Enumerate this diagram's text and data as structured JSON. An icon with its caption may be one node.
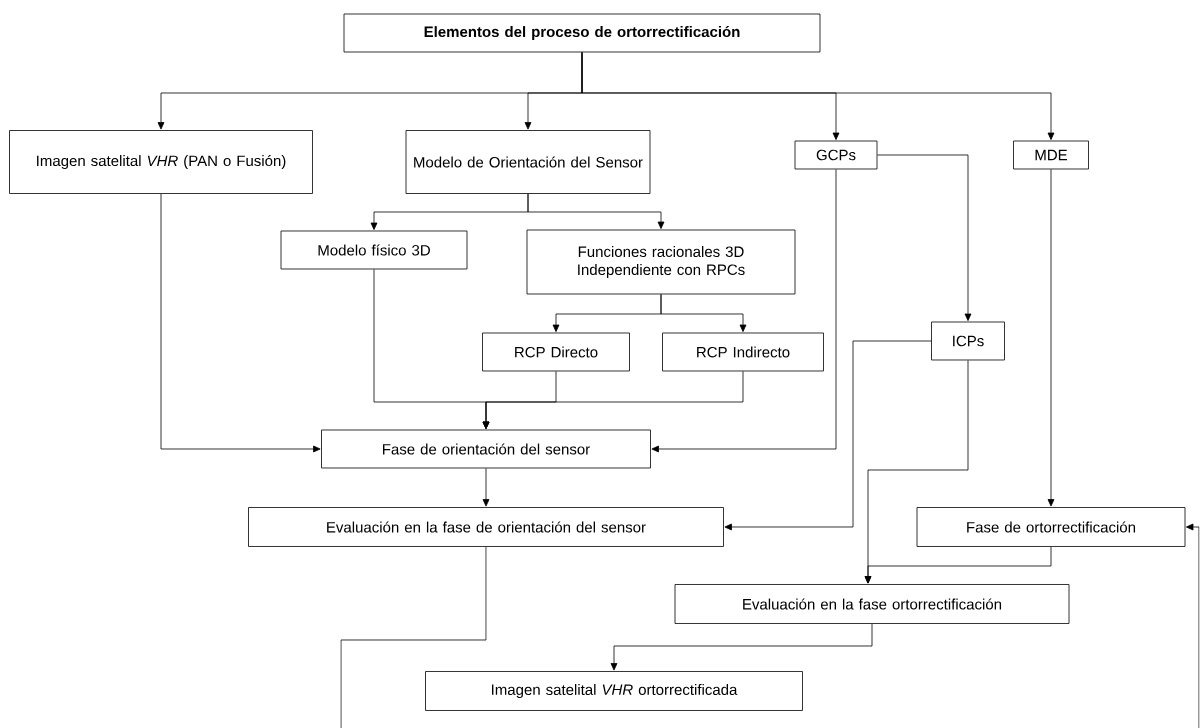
{
  "diagram": {
    "nodes": [
      {
        "text": [
          "Elementos del proceso de ortorrectificación"
        ]
      },
      {
        "text": [
          "Imagen satelital *VHR* (PAN o Fusión)"
        ]
      },
      {
        "text": [
          "Modelo de Orientación del Sensor"
        ]
      },
      {
        "text": [
          "GCPs"
        ]
      },
      {
        "text": [
          "MDE"
        ]
      },
      {
        "text": [
          "Modelo físico 3D"
        ]
      },
      {
        "text": [
          "Funciones racionales 3D Independiente con RPCs"
        ]
      },
      {
        "text": [
          "RCP Directo"
        ]
      },
      {
        "text": [
          "RCP Indirecto"
        ]
      },
      {
        "text": [
          "ICPs"
        ]
      },
      {
        "text": [
          "Fase de orientación del sensor"
        ]
      },
      {
        "text": [
          "Evaluación en la fase de orientación del sensor"
        ]
      },
      {
        "text": [
          "Fase de ortorrectificación"
        ]
      },
      {
        "text": [
          "Evaluación en la fase ortorrectificación"
        ]
      },
      {
        "text": [
          "Imagen satelital *VHR* ortorrectificada"
        ]
      }
    ],
    "edges": [
      {
        "from": 0,
        "to": 1,
        "arrow": "to"
      },
      {
        "from": 0,
        "to": 2,
        "arrow": "to"
      },
      {
        "from": 0,
        "to": 3,
        "arrow": "to"
      },
      {
        "from": 0,
        "to": 4,
        "arrow": "to"
      },
      {
        "from": 2,
        "to": 5,
        "arrow": "to"
      },
      {
        "from": 2,
        "to": 6,
        "arrow": "to"
      },
      {
        "from": 6,
        "to": 7,
        "arrow": "to"
      },
      {
        "from": 6,
        "to": 8,
        "arrow": "to"
      },
      {
        "from": 3,
        "to": 9,
        "arrow": "to"
      },
      {
        "from": 5,
        "to": 10,
        "arrow": "to"
      },
      {
        "from": 7,
        "to": 10,
        "arrow": "to"
      },
      {
        "from": 8,
        "to": 10,
        "arrow": "to"
      },
      {
        "from": 1,
        "to": 10,
        "arrow": "to"
      },
      {
        "from": 3,
        "to": 10,
        "arrow": "to"
      },
      {
        "from": 10,
        "to": 11,
        "arrow": "to"
      },
      {
        "from": 9,
        "to": 11,
        "arrow": "to"
      },
      {
        "from": 4,
        "to": 12,
        "arrow": "to"
      },
      {
        "from": 9,
        "to": 13,
        "arrow": "to"
      },
      {
        "from": 12,
        "to": 13,
        "arrow": "to"
      },
      {
        "from": 13,
        "to": 14,
        "arrow": "to"
      },
      {
        "from": 11,
        "to": null,
        "arrow": "none"
      },
      {
        "from": null,
        "to": 12,
        "arrow": "to"
      }
    ]
  }
}
